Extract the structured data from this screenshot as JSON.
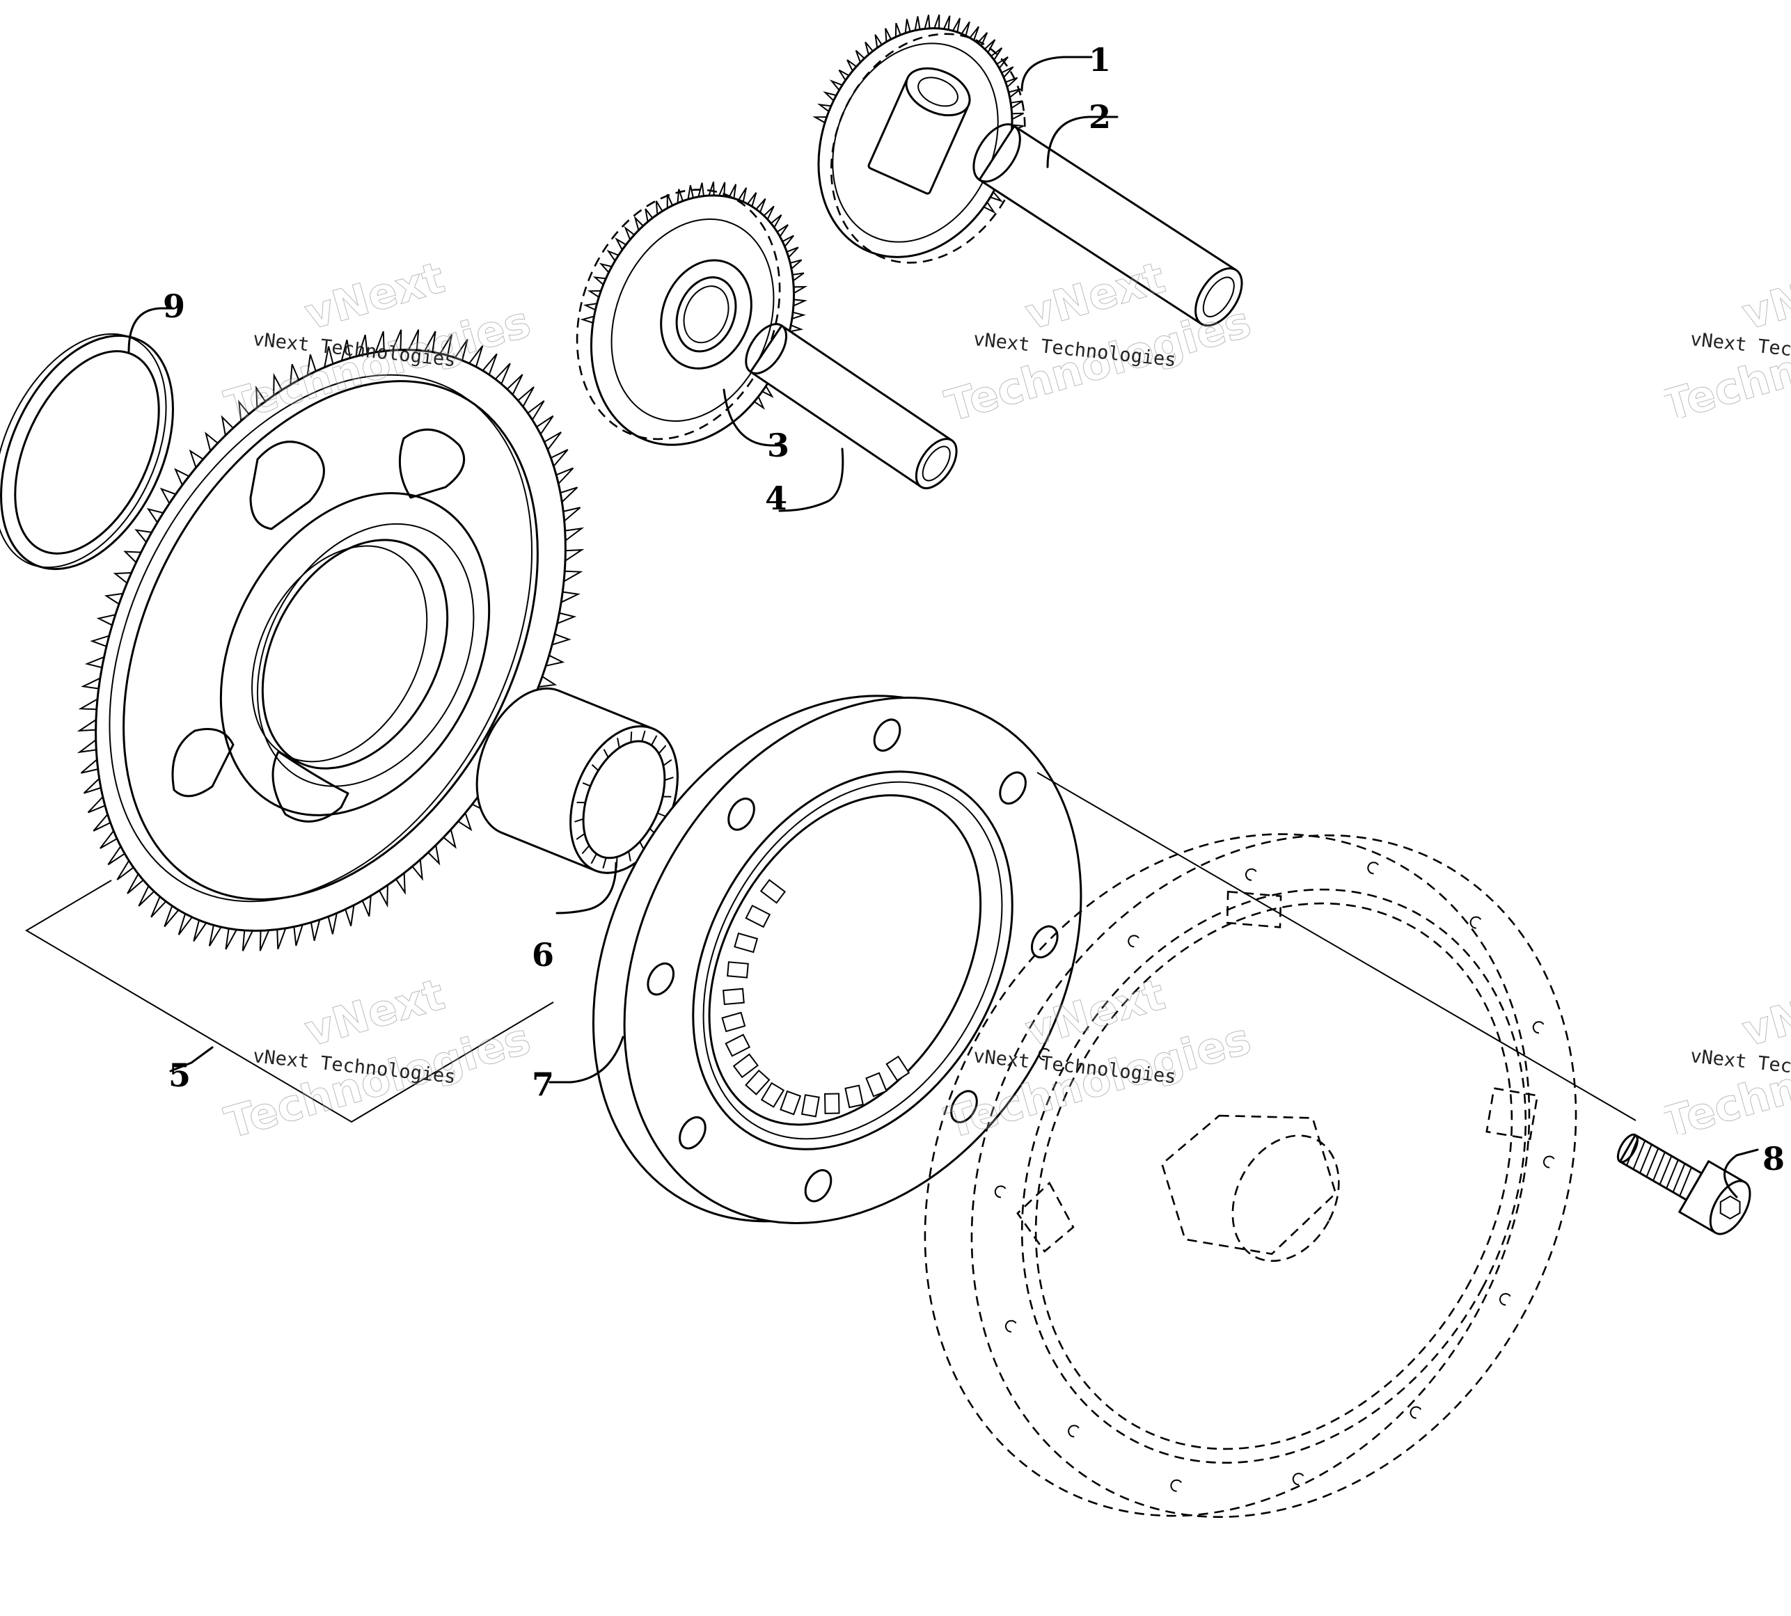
{
  "watermark": {
    "brand": "vNext",
    "company": "Technologies",
    "full": "vNext Technologies",
    "cut": "vNext Tec",
    "cut_big": "Techno"
  },
  "callouts": [
    {
      "id": "1",
      "label": "1"
    },
    {
      "id": "2",
      "label": "2"
    },
    {
      "id": "3",
      "label": "3"
    },
    {
      "id": "4",
      "label": "4"
    },
    {
      "id": "5",
      "label": "5"
    },
    {
      "id": "6",
      "label": "6"
    },
    {
      "id": "7",
      "label": "7"
    },
    {
      "id": "8",
      "label": "8"
    },
    {
      "id": "9",
      "label": "9"
    }
  ]
}
